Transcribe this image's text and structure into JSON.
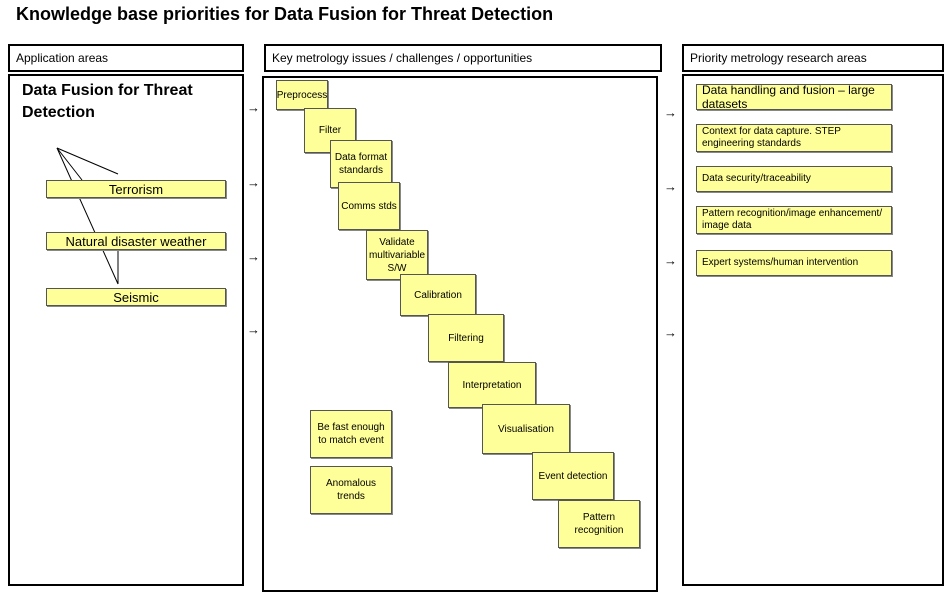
{
  "title": "Knowledge base priorities for Data Fusion for Threat Detection",
  "columns": {
    "application": "Application areas",
    "issues": "Key metrology issues / challenges / opportunities",
    "priority": "Priority metrology research areas"
  },
  "topic": "Data Fusion for Threat Detection",
  "applications": [
    "Terrorism",
    "Natural disaster weather",
    "Seismic"
  ],
  "steps": [
    "Preprocess",
    "Filter",
    "Data format standards",
    "Comms stds",
    "Validate multivariable S/W",
    "Calibration",
    "Filtering",
    "Interpretation",
    "Visualisation",
    "Event detection",
    "Pattern recognition"
  ],
  "extras": [
    "Be fast enough to match event",
    "Anomalous trends"
  ],
  "priorities": [
    "Data handling and fusion – large datasets",
    "Context for data capture. STEP engineering standards",
    "Data security/traceability",
    "Pattern recognition/image enhancement/ image data",
    "Expert systems/human intervention"
  ],
  "arrow_glyph": "→",
  "colors": {
    "note": "#ffff99",
    "border": "#000000"
  }
}
